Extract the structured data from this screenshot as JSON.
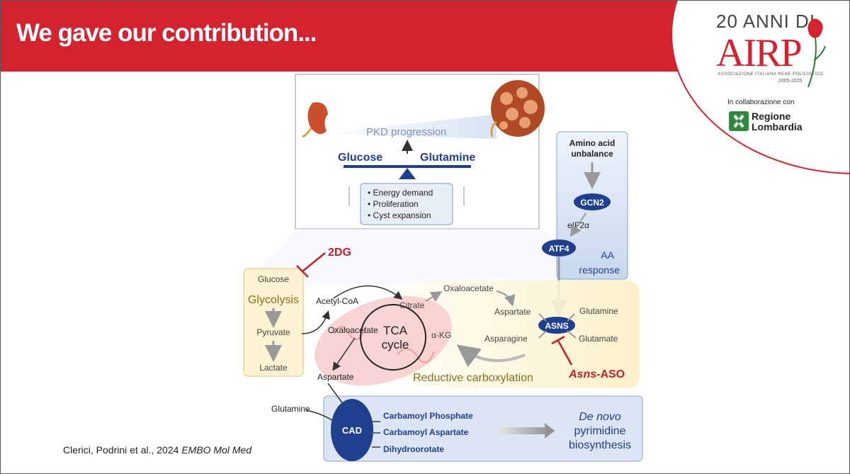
{
  "title": "We gave our contribution...",
  "logo": {
    "line1": "20 ANNI DI",
    "brand": "AIRP",
    "subtitle": "ASSOCIAZIONE ITALIANA RENE POLICISTICO",
    "years": "2005-2025",
    "collab": "In collaborazione con",
    "region1": "Regione",
    "region2": "Lombardia"
  },
  "citation": {
    "authors": "Clerici, Podrini et al., 2024 ",
    "journal": "EMBO Mol Med"
  },
  "diagram": {
    "pkd_progression": "PKD progression",
    "glucose": "Glucose",
    "glutamine": "Glutamine",
    "bullets": [
      "Energy demand",
      "Proliferation",
      "Cyst expansion"
    ],
    "aa_box": {
      "title1": "Amino acid",
      "title2": "unbalance",
      "gcn2": "GCN2",
      "eif2a": "eIF2α",
      "atf4": "ATF4",
      "label1": "AA",
      "label2": "response"
    },
    "inhibitor_2dg": "2DG",
    "glycolysis": {
      "glucose": "Glucose",
      "title": "Glycolysis",
      "pyruvate": "Pyruvate",
      "lactate": "Lactate"
    },
    "tca": {
      "acetyl_coa": "Acetyl-CoA",
      "citrate": "Citrate",
      "oxaloacetate_in": "Oxaloacetate",
      "tca1": "TCA",
      "tca2": "cycle",
      "akg": "α-KG",
      "aspartate": "Aspartate"
    },
    "asns": {
      "oxaloacetate": "Oxaloacetate",
      "aspartate": "Aspartate",
      "glutamine": "Glutamine",
      "asns": "ASNS",
      "asparagine": "Asparagine",
      "glutamate": "Glutamate",
      "reductive": "Reductive carboxylation",
      "aso_italic": "Asns",
      "aso_rest": "-ASO"
    },
    "pyrimidine": {
      "glutamine": "Glutamine",
      "cad": "CAD",
      "items": [
        "Carbamoyl Phosphate",
        "Carbamoyl Aspartate",
        "Dihydroorotate"
      ],
      "denovo": "De novo",
      "line2": "pyrimidine",
      "line3": "biosynthesis"
    }
  },
  "colors": {
    "brand_red": "#d3232f",
    "navy": "#1f3f8f",
    "gold": "#8a6d1b",
    "inhibitor_red": "#c41e2a"
  }
}
